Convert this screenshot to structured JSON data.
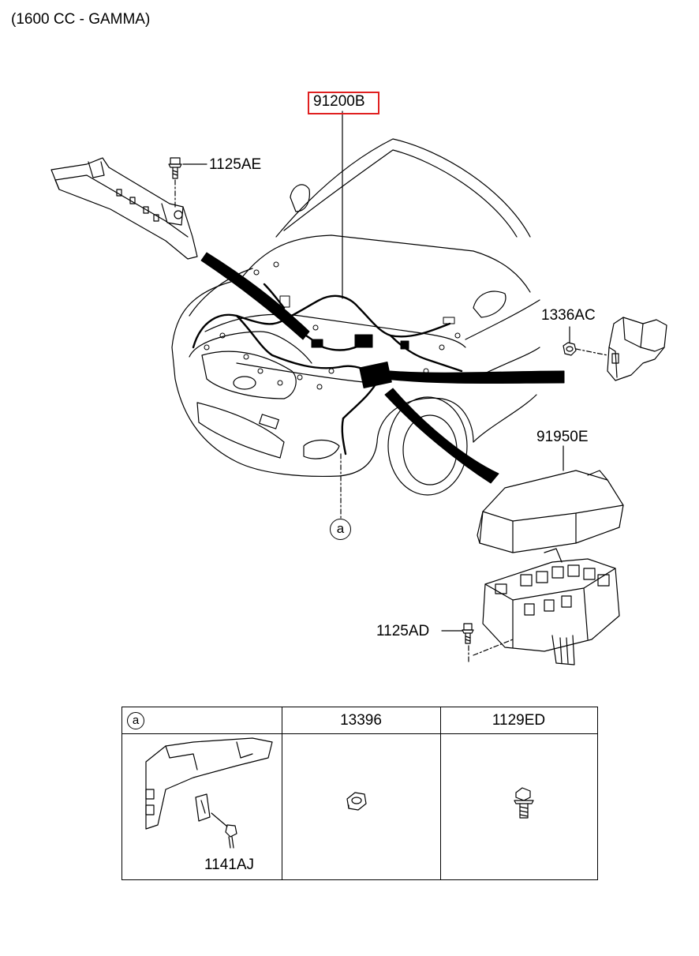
{
  "header": {
    "engine_note": "(1600 CC - GAMMA)"
  },
  "callouts": {
    "main_harness": "91200B",
    "bolt_top": "1125AE",
    "clip_right": "1336AC",
    "fuse_box": "91950E",
    "bolt_fuse": "1125AD",
    "ref_a": "a"
  },
  "colors": {
    "highlight": "#e02020",
    "line": "#000000"
  },
  "table": {
    "ref_symbol": "a",
    "headers": [
      "13396",
      "1129ED"
    ],
    "cell_a_part": "1141AJ"
  }
}
